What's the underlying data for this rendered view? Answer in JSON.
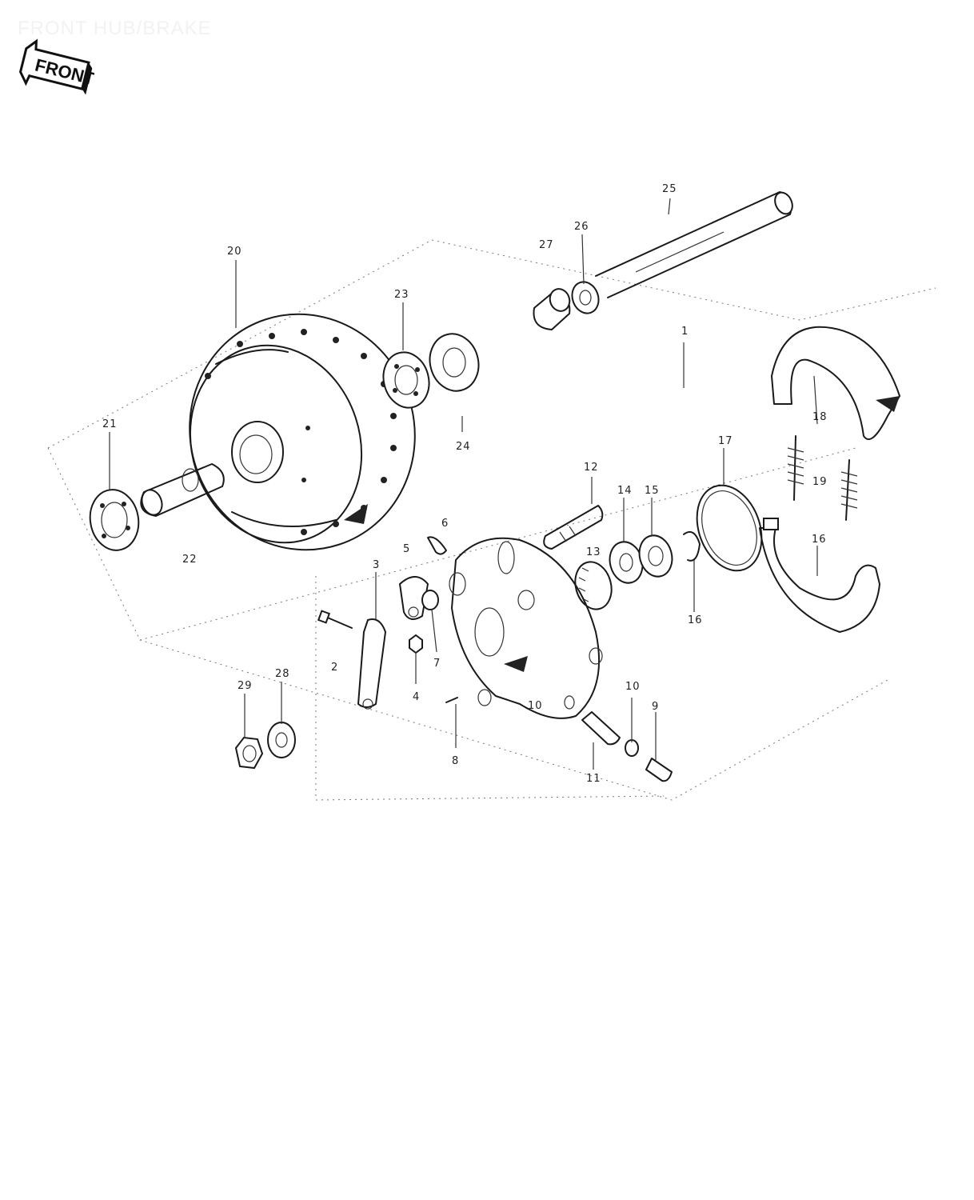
{
  "header": {
    "title": "FRONT HUB/BRAKE"
  },
  "badge": {
    "text": "FRONT"
  },
  "parts": [
    {
      "id": "p1",
      "label": "1"
    },
    {
      "id": "p2",
      "label": "2"
    },
    {
      "id": "p3",
      "label": "3"
    },
    {
      "id": "p4",
      "label": "4"
    },
    {
      "id": "p5",
      "label": "5"
    },
    {
      "id": "p6",
      "label": "6"
    },
    {
      "id": "p7",
      "label": "7"
    },
    {
      "id": "p8",
      "label": "8"
    },
    {
      "id": "p9",
      "label": "9"
    },
    {
      "id": "p10a",
      "label": "10"
    },
    {
      "id": "p10b",
      "label": "10"
    },
    {
      "id": "p11",
      "label": "11"
    },
    {
      "id": "p12",
      "label": "12"
    },
    {
      "id": "p13",
      "label": "13"
    },
    {
      "id": "p14",
      "label": "14"
    },
    {
      "id": "p15",
      "label": "15"
    },
    {
      "id": "p16a",
      "label": "16"
    },
    {
      "id": "p16b",
      "label": "16"
    },
    {
      "id": "p17",
      "label": "17"
    },
    {
      "id": "p18",
      "label": "18"
    },
    {
      "id": "p19",
      "label": "19"
    },
    {
      "id": "p20",
      "label": "20"
    },
    {
      "id": "p21",
      "label": "21"
    },
    {
      "id": "p22",
      "label": "22"
    },
    {
      "id": "p23",
      "label": "23"
    },
    {
      "id": "p24",
      "label": "24"
    },
    {
      "id": "p25",
      "label": "25"
    },
    {
      "id": "p26",
      "label": "26"
    },
    {
      "id": "p27",
      "label": "27"
    },
    {
      "id": "p28",
      "label": "28"
    },
    {
      "id": "p29",
      "label": "29"
    }
  ]
}
